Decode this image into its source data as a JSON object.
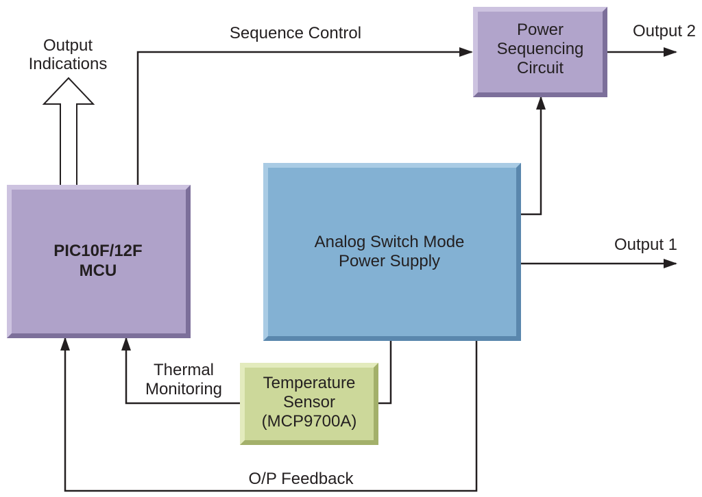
{
  "blocks": {
    "mcu": {
      "lines": [
        "PIC10F/12F",
        "MCU"
      ],
      "color": "#afa2c9"
    },
    "power_supply": {
      "lines": [
        "Analog Switch Mode",
        "Power Supply"
      ],
      "color": "#83b1d3"
    },
    "sequencer": {
      "lines": [
        "Power",
        "Sequencing",
        "Circuit"
      ],
      "color": "#b1a4cb"
    },
    "temp_sensor": {
      "lines": [
        "Temperature",
        "Sensor",
        "(MCP9700A)"
      ],
      "color": "#ccd89a"
    }
  },
  "signals": {
    "output_indications": [
      "Output",
      "Indications"
    ],
    "sequence_control": "Sequence Control",
    "output_1": "Output 1",
    "output_2": "Output 2",
    "thermal_monitoring": [
      "Thermal",
      "Monitoring"
    ],
    "op_feedback": "O/P Feedback"
  },
  "colors": {
    "line": "#231f20",
    "bevel_dark_purple": "#7c6f9a",
    "bevel_light_purple": "#cdc3e0",
    "bevel_dark_blue": "#5a87ad",
    "bevel_light_blue": "#a9cbe4",
    "bevel_dark_green": "#a3b06a",
    "bevel_light_green": "#e3ebbd"
  }
}
